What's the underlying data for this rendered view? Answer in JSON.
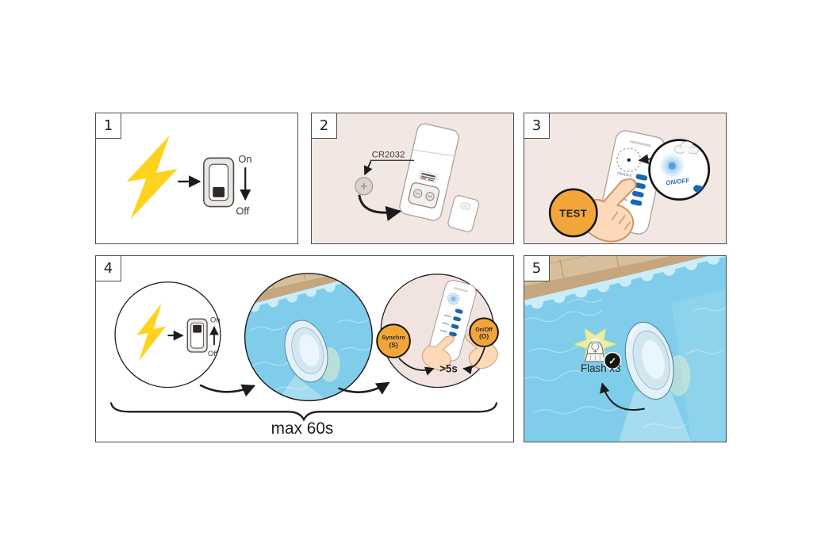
{
  "doc": {
    "kind": "instruction-sheet",
    "steps_count": "5"
  },
  "panels": {
    "step1": {
      "number": "1",
      "switch_on": "On",
      "switch_off": "Off"
    },
    "step2": {
      "number": "2",
      "battery_label": "CR2032"
    },
    "step3": {
      "number": "3",
      "test_label": "TEST",
      "remote_led_label": "ON/OFF",
      "magnifier_led_label": "ON/OFF"
    },
    "step4": {
      "number": "4",
      "switch_on": "On",
      "switch_off": "Off",
      "synchro_button_line1": "Synchro",
      "synchro_button_line2": "(S)",
      "onoff_button_line1": "On/Off",
      "onoff_button_line2": "(O)",
      "hold_time": ">5s",
      "max_time": "max 60s"
    },
    "step5": {
      "number": "5",
      "flash_label": "Flash x3",
      "check_mark": "✓"
    }
  },
  "colors": {
    "panel_pink": "#f2e7e3",
    "lightning_yellow": "#ffd21e",
    "action_orange": "#f2a63a",
    "button_blue": "#1a67b3",
    "water_blue": "#7fcdea",
    "coping_tan": "#d8bf9b",
    "outline": "#1c1c1c"
  }
}
